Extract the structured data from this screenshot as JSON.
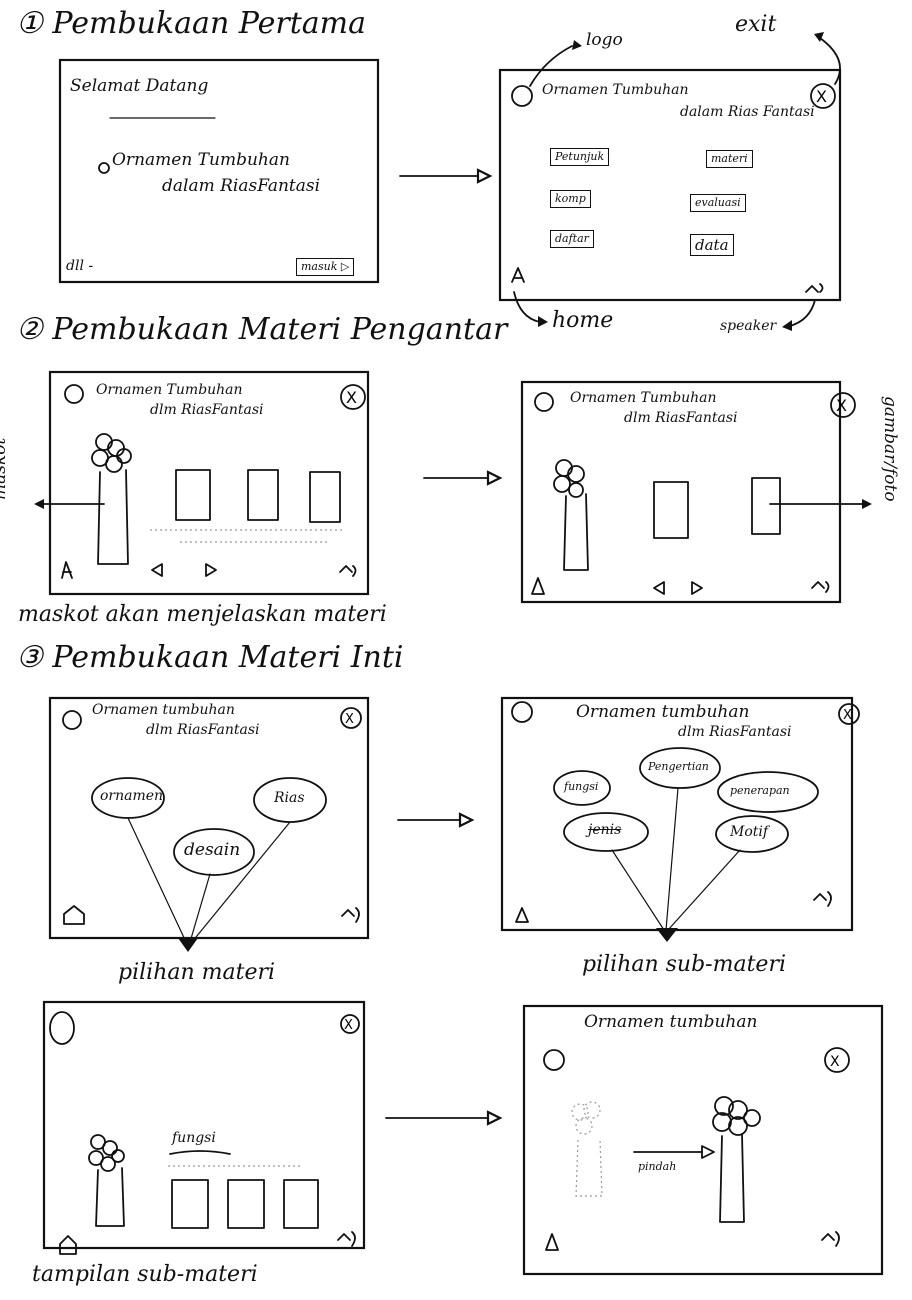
{
  "sections": {
    "s1": {
      "title": "① Pembukaan Pertama",
      "welcome": "Selamat Datang",
      "app_title_line1": "Ornamen Tumbuhan",
      "app_title_line2": "dalam RiasFantasi",
      "credit": "dll -",
      "enter_button": "masuk ▷",
      "menu_title_line1": "Ornamen Tumbuhan",
      "menu_title_line2": "dalam Rias Fantasi",
      "menu_buttons": [
        "Petunjuk",
        "materi",
        "komp",
        "evaluasi",
        "daftar",
        "data"
      ],
      "ann_logo": "logo",
      "ann_exit": "exit",
      "ann_home": "home",
      "ann_speaker": "speaker"
    },
    "s2": {
      "title": "② Pembukaan Materi Pengantar",
      "screen_title_line1": "Ornamen Tumbuhan",
      "screen_title_line2": "dlm RiasFantasi",
      "ann_mascot": "maskot",
      "ann_image": "gambar/foto",
      "caption": "maskot akan menjelaskan materi"
    },
    "s3": {
      "title": "③ Pembukaan Materi Inti",
      "screen_title_line1": "Ornamen tumbuhan",
      "screen_title_line2": "dlm RiasFantasi",
      "bubbles_main": [
        "ornamen",
        "Rias",
        "desain"
      ],
      "caption_main": "pilihan materi",
      "bubbles_sub": [
        "fungsi",
        "Pengertian",
        "penerapan",
        "jenis",
        "Motif"
      ],
      "caption_sub": "pilihan sub-materi",
      "sub_heading": "fungsi",
      "caption_submateri": "tampilan sub-materi",
      "last_title": "Ornamen tumbuhan",
      "ann_move": "pindah"
    }
  },
  "icons": {
    "exit": "close-icon",
    "home": "home-icon",
    "speaker": "speaker-icon",
    "logo": "logo-circle-icon"
  }
}
